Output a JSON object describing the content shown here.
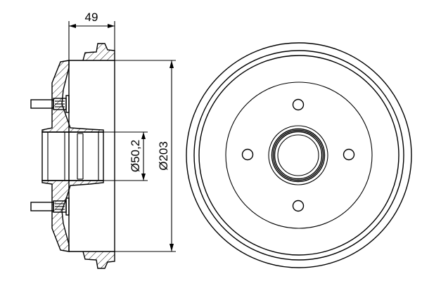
{
  "drawing": {
    "subject": "brake drum",
    "views": [
      "cross-section side view",
      "front view"
    ],
    "line_color": "#000000",
    "background": "#ffffff"
  },
  "dimensions": {
    "width": {
      "label": "49",
      "value": 49
    },
    "bore_diameter": {
      "label": "Ø50,2",
      "value": 50.2
    },
    "outer_diameter": {
      "label": "Ø203",
      "value": 203
    }
  },
  "front_view": {
    "bolt_holes": 4,
    "concentric_rims": 3
  }
}
